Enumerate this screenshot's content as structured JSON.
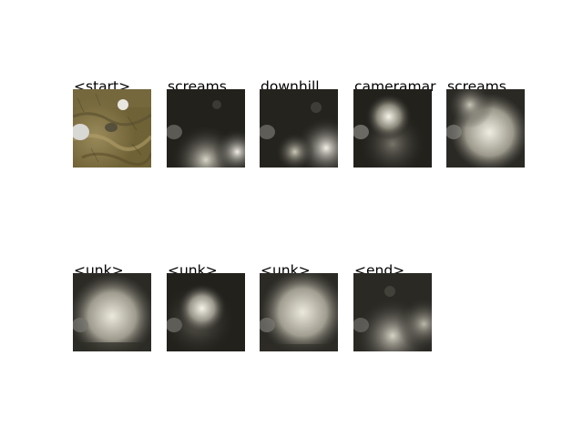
{
  "panels": [
    {
      "token": "<start>",
      "style": "photo"
    },
    {
      "token": "screams",
      "style": "attention"
    },
    {
      "token": "downhill",
      "style": "attention"
    },
    {
      "token": "cameramar",
      "style": "attention"
    },
    {
      "token": "screams",
      "style": "attention"
    },
    {
      "token": "<unk>",
      "style": "attention"
    },
    {
      "token": "<unk>",
      "style": "attention"
    },
    {
      "token": "<unk>",
      "style": "attention"
    },
    {
      "token": "<end>",
      "style": "attention"
    }
  ],
  "colors": {
    "background": "#ffffff",
    "text": "#000000",
    "dark_overlay": "#1f1e1a",
    "highlight": "#f2f0e6",
    "grass": "#8a7a4a"
  }
}
